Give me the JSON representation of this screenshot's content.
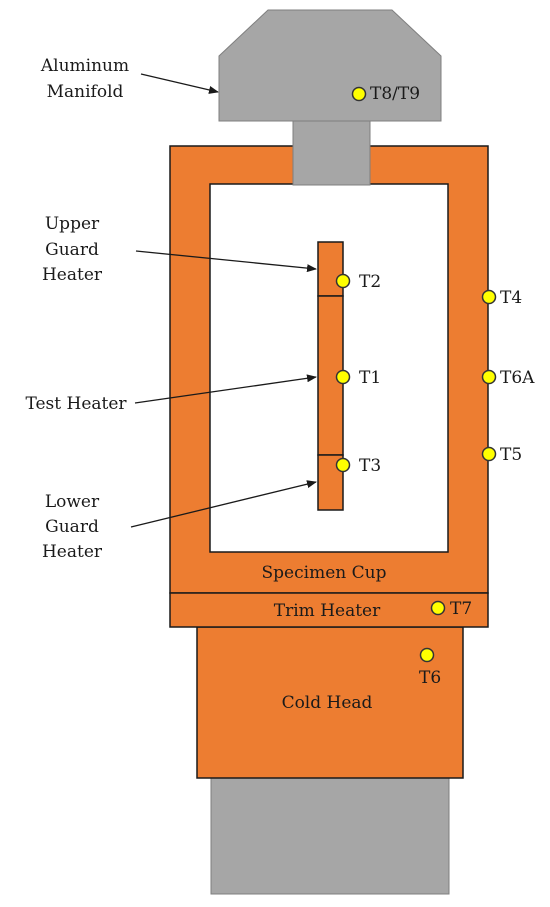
{
  "labels": {
    "aluminum_manifold": [
      "Aluminum",
      "Manifold"
    ],
    "upper_guard_heater": [
      "Upper",
      "Guard",
      "Heater"
    ],
    "test_heater": "Test Heater",
    "lower_guard_heater": [
      "Lower",
      "Guard",
      "Heater"
    ],
    "specimen_cup": "Specimen Cup",
    "trim_heater": "Trim Heater",
    "cold_head": "Cold Head"
  },
  "sensors": {
    "t8_t9": "T8/T9",
    "t2": "T2",
    "t1": "T1",
    "t3": "T3",
    "t4": "T4",
    "t6a": "T6A",
    "t5": "T5",
    "t7": "T7",
    "t6": "T6"
  },
  "colors": {
    "copper": "#ED7D31",
    "aluminum": "#A6A6A6",
    "sensor": "#FFFF00"
  }
}
